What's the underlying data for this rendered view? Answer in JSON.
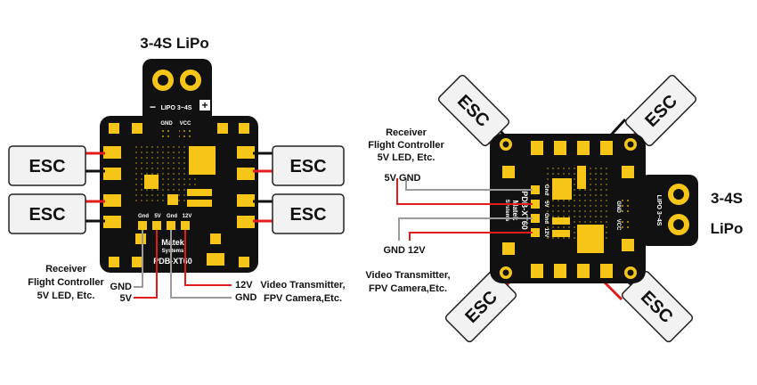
{
  "left_diagram": {
    "battery_label": "3-4S LiPo",
    "board_battery_label": "LIPO 3~4S",
    "minus": "−",
    "plus": "+",
    "pad_gnd": "GND",
    "pad_vcc": "VCC",
    "esc_labels": [
      "ESC",
      "ESC",
      "ESC",
      "ESC"
    ],
    "pin_labels": [
      "Gnd",
      "5V",
      "Gnd",
      "12V"
    ],
    "brand": "Matek",
    "brand_sub": "Systems",
    "model": "PDB-XT60",
    "receiver_lines": [
      "Receiver",
      "Flight Controller",
      "5V LED, Etc."
    ],
    "rx_gnd": "GND",
    "rx_5v": "5V",
    "vtx_12v": "12V",
    "vtx_gnd": "GND",
    "vtx_lines": [
      "Video Transmitter,",
      "FPV Camera,Etc."
    ]
  },
  "right_diagram": {
    "battery_label_lines": [
      "3-4S",
      "LiPo"
    ],
    "board_battery_label": "LIPO 3~4S",
    "pad_gnd": "GND",
    "pad_vcc": "VCC",
    "esc_labels": [
      "ESC",
      "ESC",
      "ESC",
      "ESC"
    ],
    "pin_labels": [
      "Gnd",
      "5V",
      "Gnd",
      "12V"
    ],
    "brand": "Matek",
    "brand_sub": "Systems",
    "model": "PDB-XT60",
    "receiver_lines": [
      "Receiver",
      "Flight Controller",
      "5V LED, Etc."
    ],
    "rx_wires": "5V GND",
    "vtx_wires": "GND 12V",
    "vtx_lines": [
      "Video Transmitter,",
      "FPV Camera,Etc."
    ]
  },
  "colors": {
    "board": "#111111",
    "pad": "#f5c518",
    "wire_red": "#e21b1b",
    "wire_black": "#111111",
    "wire_gray": "#9a9a9a",
    "esc_fill": "#f2f2f2"
  }
}
